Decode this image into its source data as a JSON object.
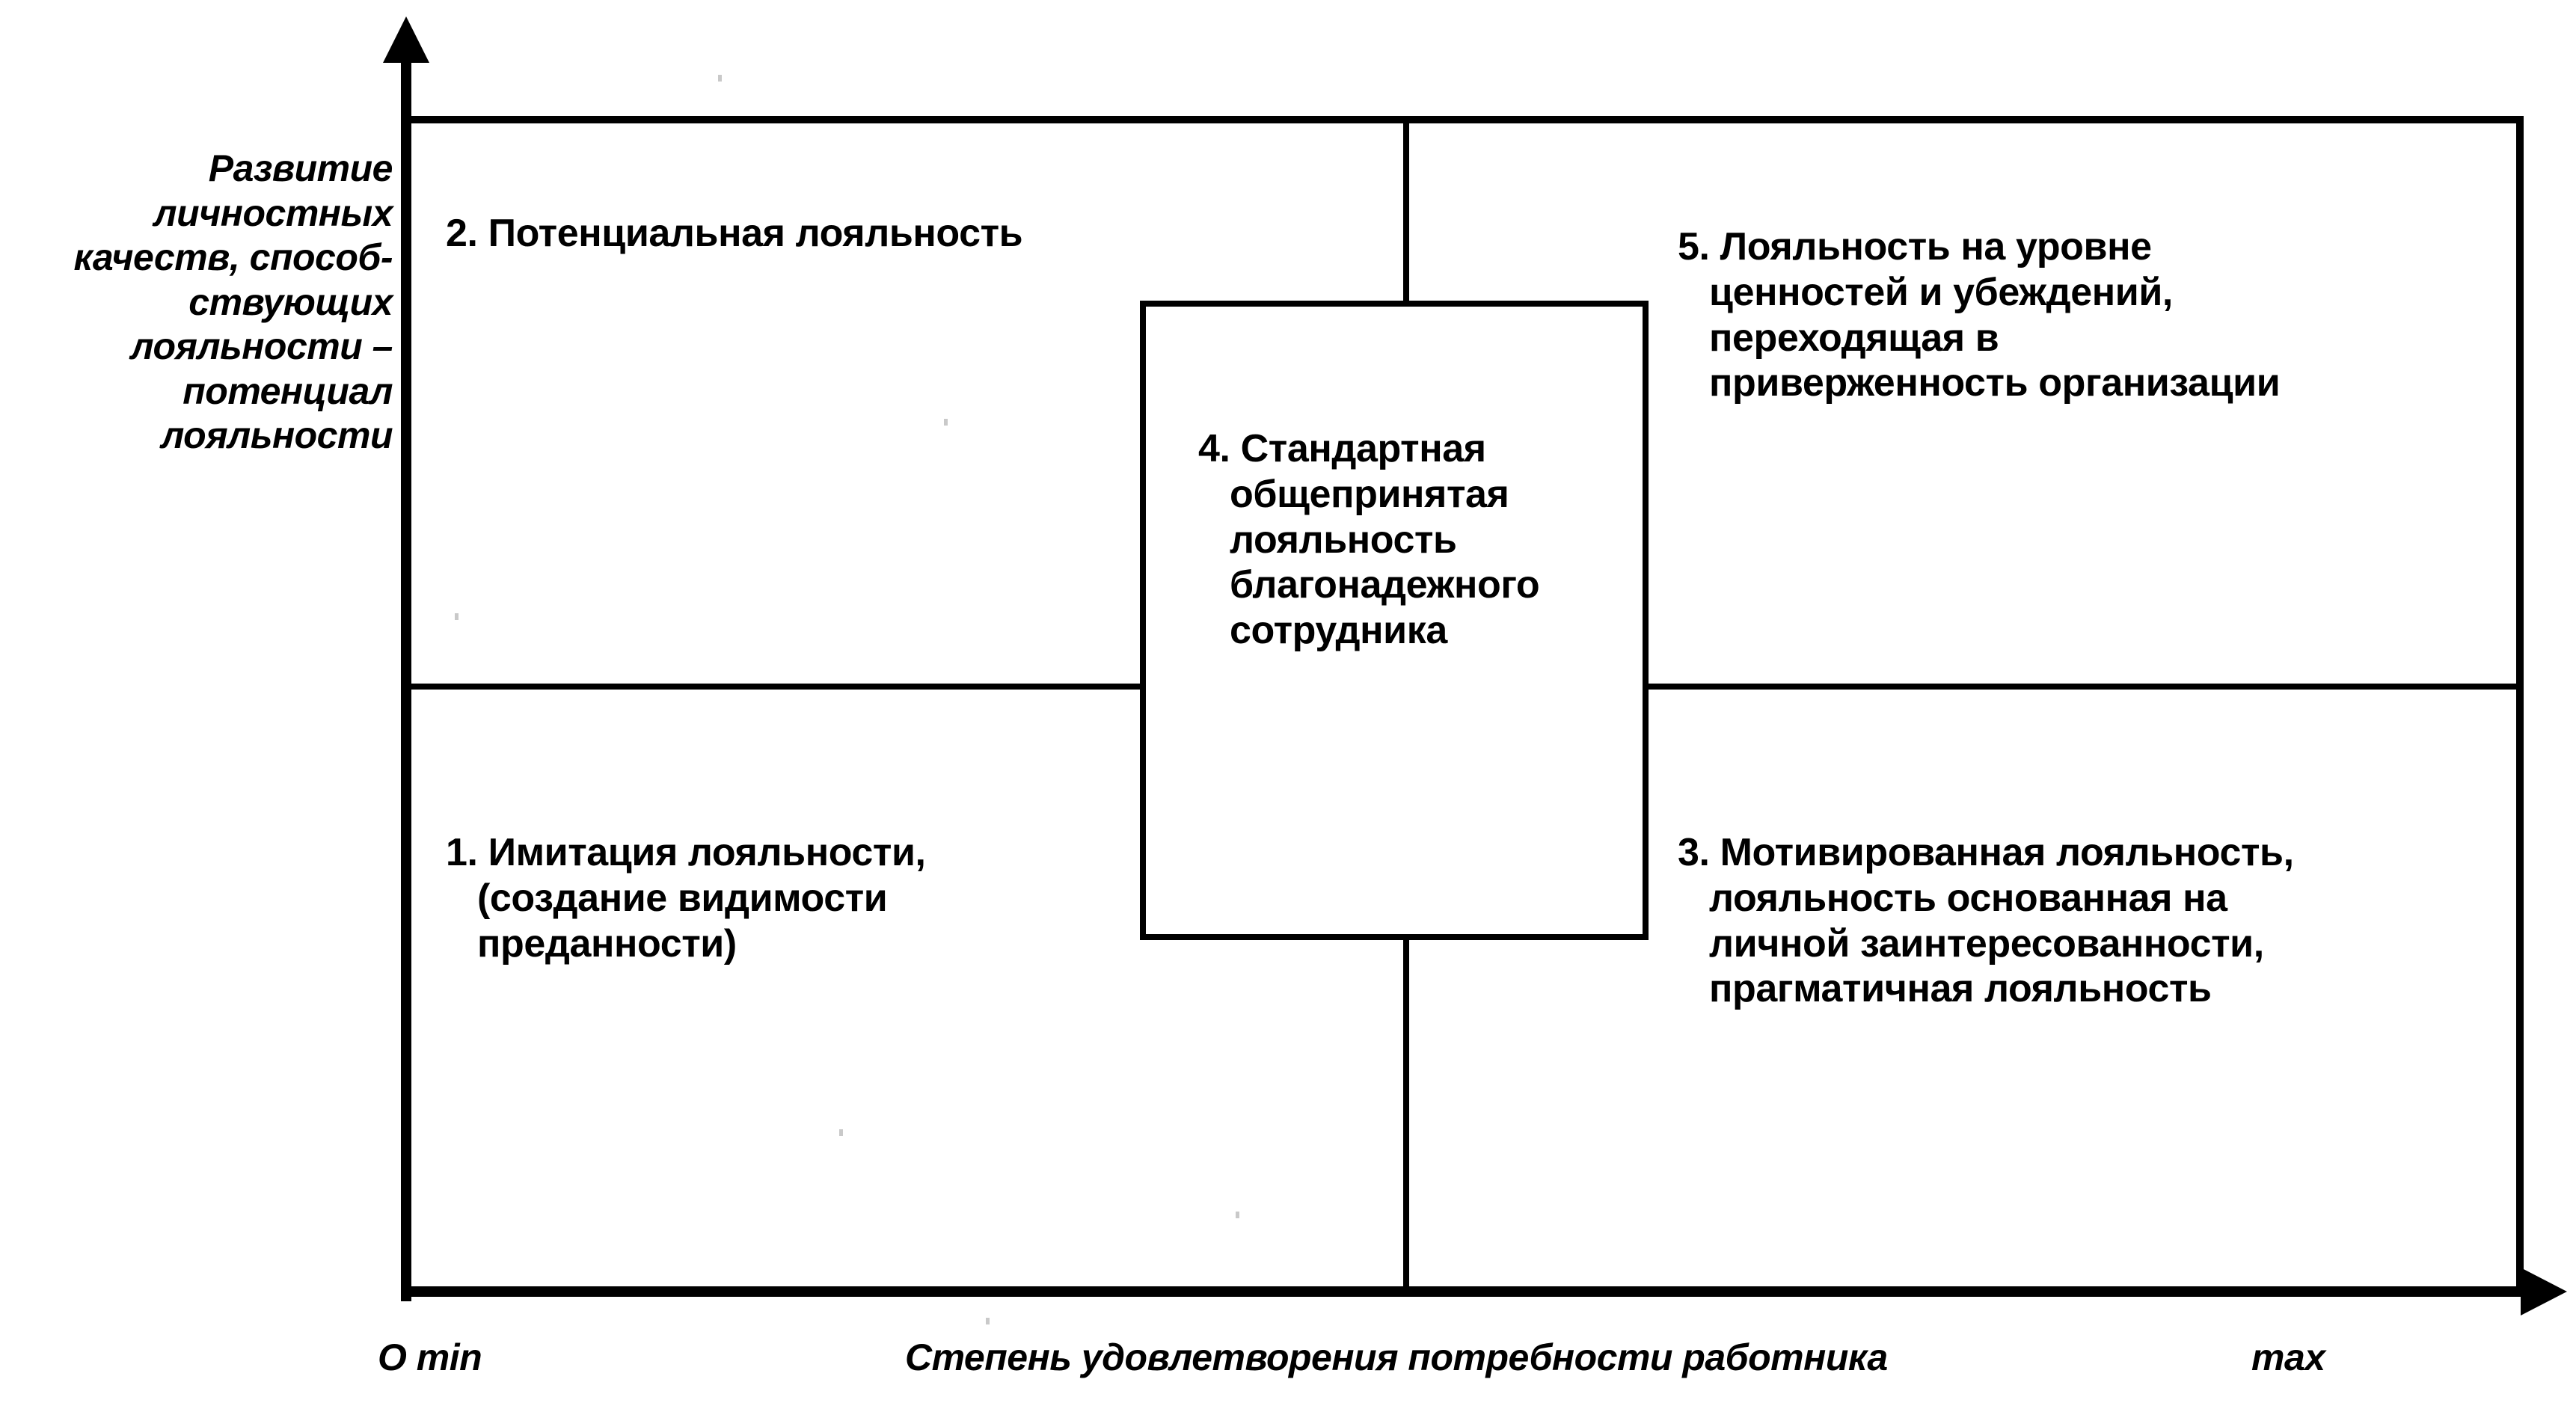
{
  "diagram": {
    "type": "2x2-matrix-with-centre-cell",
    "quadrants": [
      {
        "id": 1,
        "position": "bottom-left",
        "text": "1. Имитация лояльности,\n(создание  видимости\nпреданности)"
      },
      {
        "id": 2,
        "position": "top-left",
        "text": "2. Потенциальная лояльность"
      },
      {
        "id": 3,
        "position": "bottom-right",
        "text": "3. Мотивированная  лояльность,\nлояльность основанная на\nличной заинтересованности,\nпрагматичная лояльность"
      },
      {
        "id": 4,
        "position": "centre",
        "text": "4. Стандартная\nобщепринятая\nлояльность\nблагонадежного\nсотрудника"
      },
      {
        "id": 5,
        "position": "top-right",
        "text": "5. Лояльность на уровне\nценностей и убеждений,\nпереходящая в\nприверженность организации"
      }
    ],
    "axes": {
      "y": {
        "label": "Развитие\nличностных\nкачеств, способ-\nствующих\nлояльности –\nпотенциал\nлояльности",
        "orientation": "vertical",
        "arrow": "up"
      },
      "x": {
        "label": "Степень удовлетворения потребности работника",
        "min_label": "O min",
        "max_label": "max",
        "orientation": "horizontal",
        "arrow": "right"
      }
    },
    "colors": {
      "line": "#000000",
      "text": "#000000",
      "background": "#ffffff"
    }
  }
}
